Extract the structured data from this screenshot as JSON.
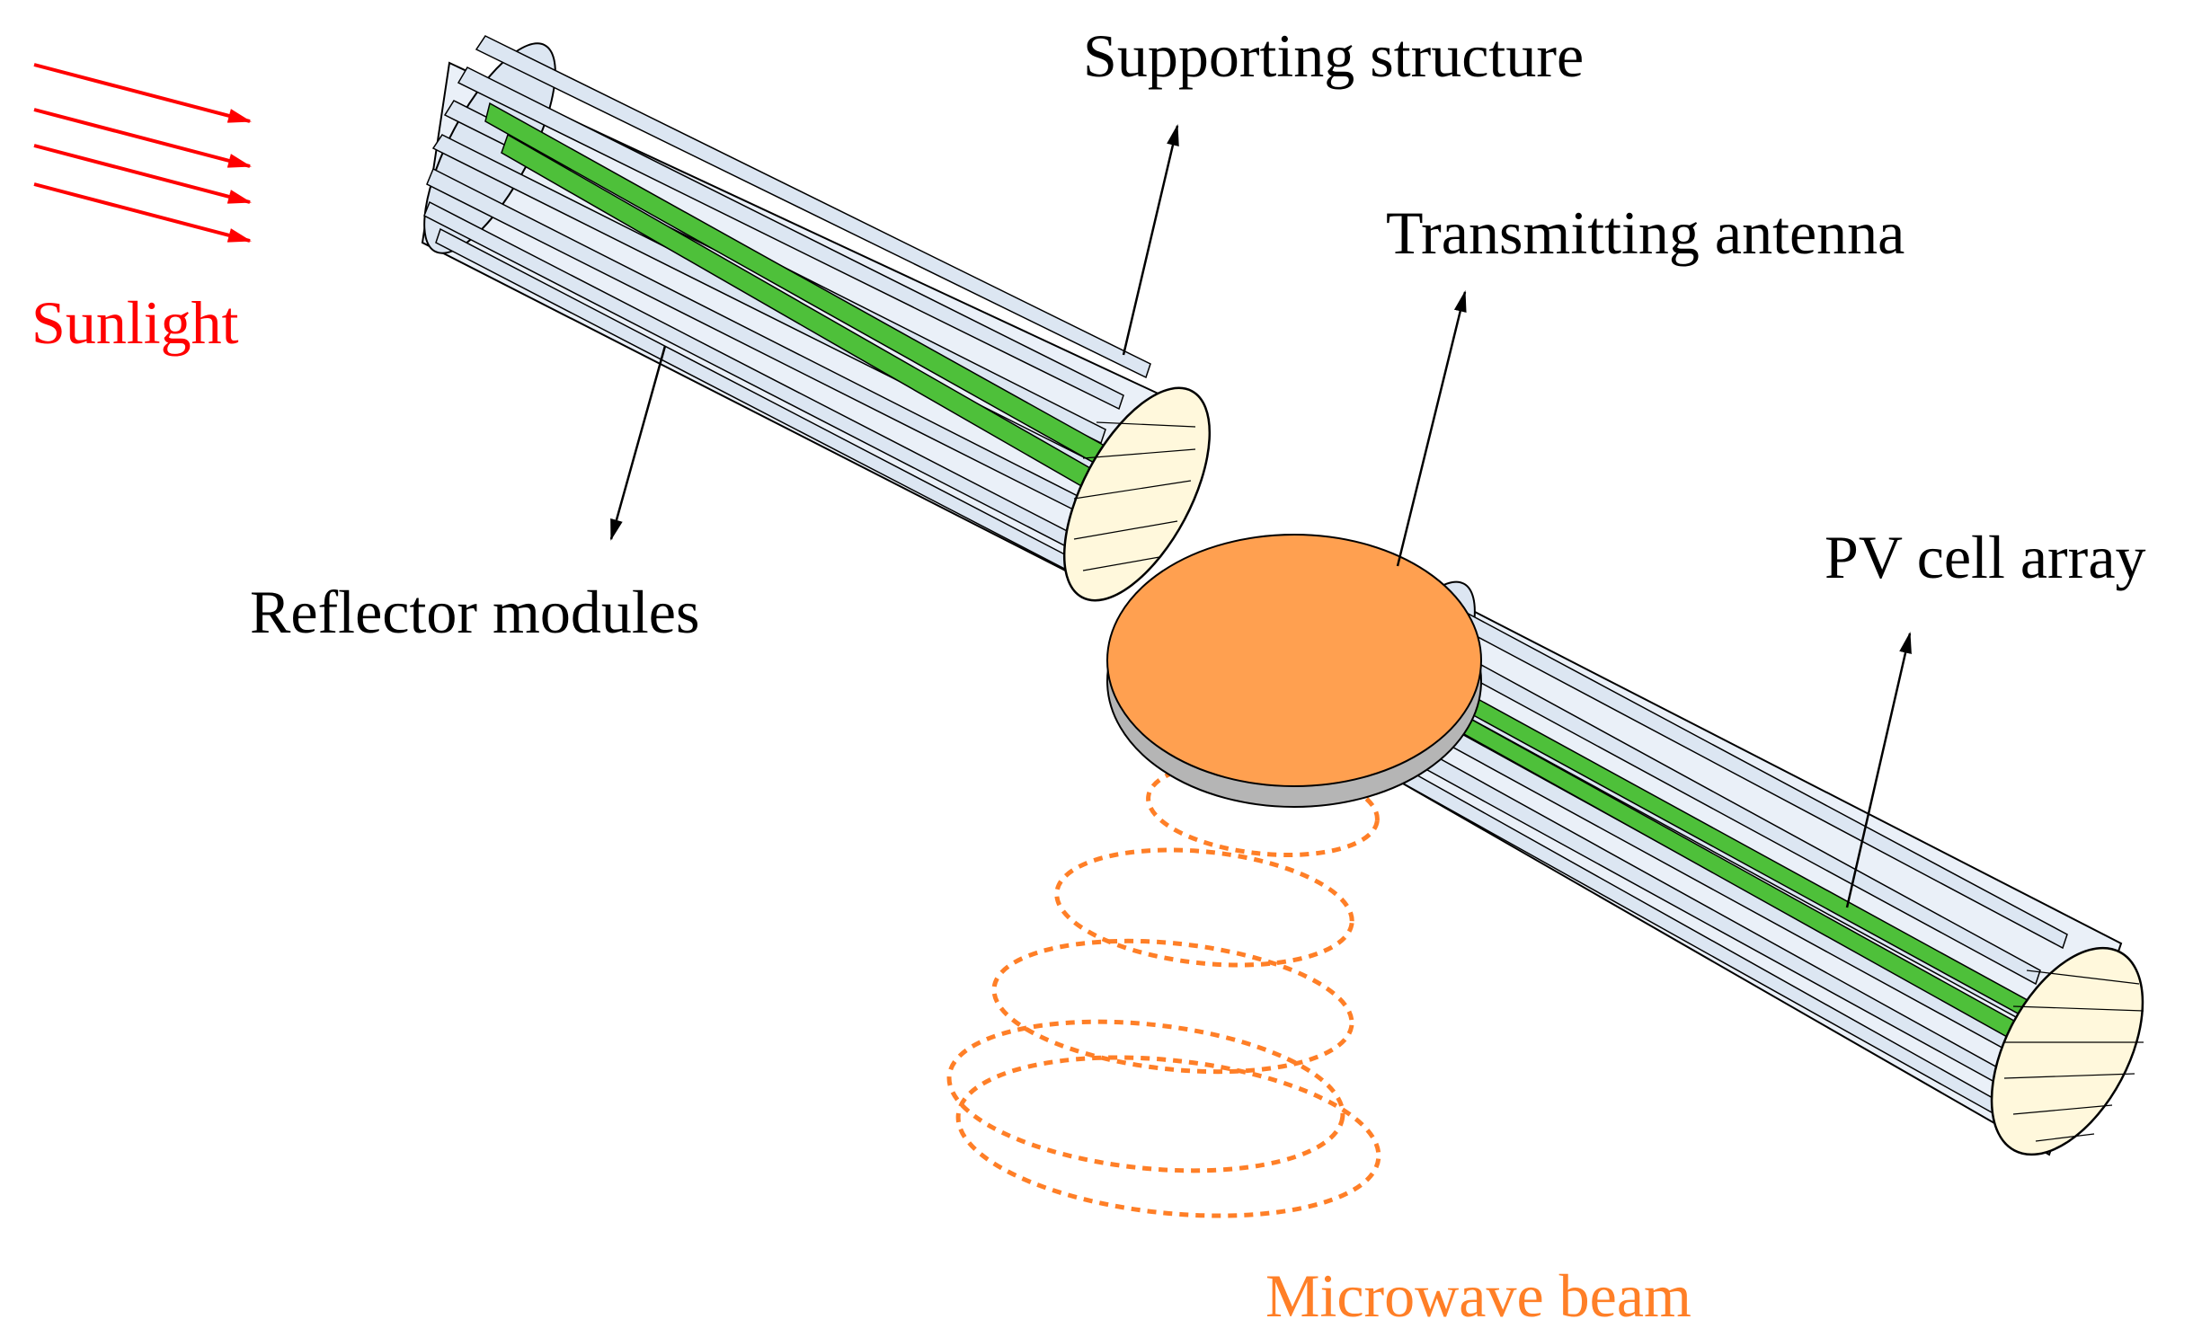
{
  "labels": {
    "sunlight": "Sunlight",
    "supporting_structure": "Supporting structure",
    "transmitting_antenna": "Transmitting antenna",
    "reflector_modules": "Reflector modules",
    "pv_cell_array": "PV cell array",
    "microwave_beam": "Microwave beam"
  },
  "colors": {
    "sunlight": "#ff0000",
    "microwave": "#ff7f27",
    "antenna": "#ffa050",
    "antenna_edge": "#b5b5b5",
    "reflector_fin": "#dce6f2",
    "pv_strip": "#4ec03a",
    "cylinder_inner": "#fff8dc",
    "line": "#000000"
  }
}
